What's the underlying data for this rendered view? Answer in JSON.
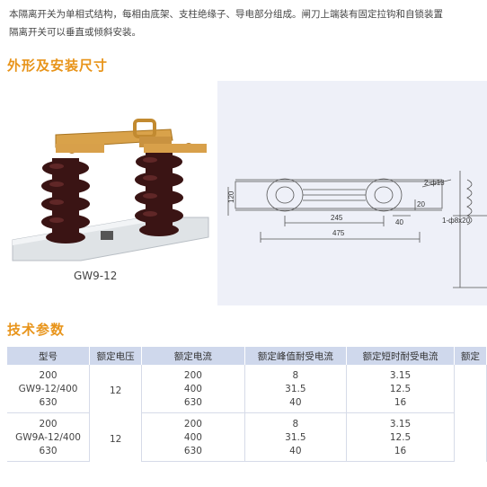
{
  "intro": {
    "line1": "本隔离开关为单相式结构，每相由底架、支柱绝缘子、导电部分组成。闸刀上端装有固定拉钩和自锁装置",
    "line2": "隔离开关可以垂直或倾斜安装。"
  },
  "section_dimensions": {
    "title": "外形及安装尺寸"
  },
  "photo": {
    "label": "GW9-12"
  },
  "drawing": {
    "dims": [
      "120",
      "245",
      "475",
      "40",
      "20",
      "2-ф13",
      "1-ф8x20"
    ]
  },
  "section_params": {
    "title": "技术参数"
  },
  "table": {
    "headers": [
      "型号",
      "额定电压",
      "额定电流",
      "额定峰值耐受电流",
      "额定短时耐受电流",
      "额定"
    ],
    "groups": [
      {
        "voltage": "12",
        "rows": [
          {
            "model": "200",
            "current": "200",
            "peak": "8",
            "short": "3.15"
          },
          {
            "model": "GW9-12/400",
            "current": "400",
            "peak": "31.5",
            "short": "12.5"
          },
          {
            "model": "630",
            "current": "630",
            "peak": "40",
            "short": "16"
          }
        ]
      },
      {
        "voltage": "12",
        "rows": [
          {
            "model": "200",
            "current": "200",
            "peak": "8",
            "short": "3.15"
          },
          {
            "model": "GW9A-12/400",
            "current": "400",
            "peak": "31.5",
            "short": "12.5"
          },
          {
            "model": "630",
            "current": "630",
            "peak": "40",
            "short": "16"
          }
        ]
      }
    ]
  },
  "colors": {
    "accent": "#e8941a",
    "table_header": "#cfd8ec",
    "insulator": "#3a1414",
    "copper": "#d9a24a"
  }
}
